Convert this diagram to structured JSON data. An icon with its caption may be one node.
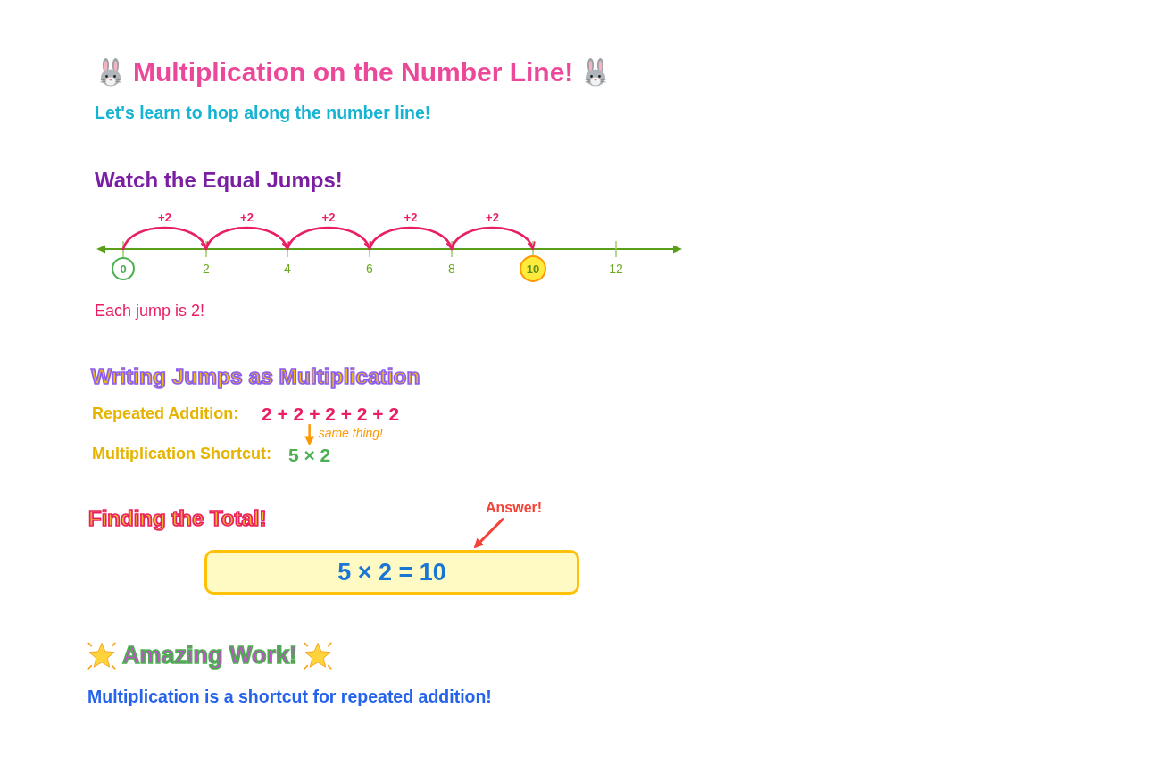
{
  "diagram": {
    "title": "Multiplication on the Number Line!",
    "nodes": [
      {
        "text": [
          "0"
        ]
      },
      {
        "text": [
          "2"
        ]
      },
      {
        "text": [
          "4"
        ]
      },
      {
        "text": [
          "6"
        ]
      },
      {
        "text": [
          "8"
        ]
      },
      {
        "text": [
          "10"
        ]
      },
      {
        "text": [
          "12"
        ]
      },
      {
        "text": [
          "2 + 2 + 2 + 2 + 2"
        ]
      },
      {
        "text": [
          "5 × 2"
        ]
      },
      {
        "text": [
          "Answer!"
        ]
      },
      {
        "text": [
          "5 × 2 = 10"
        ]
      }
    ],
    "edges": [
      {
        "from": 0,
        "to": 1,
        "arrow": "to",
        "label": "+2"
      },
      {
        "from": 1,
        "to": 2,
        "arrow": "to",
        "label": "+2"
      },
      {
        "from": 2,
        "to": 3,
        "arrow": "to",
        "label": "+2"
      },
      {
        "from": 3,
        "to": 4,
        "arrow": "to",
        "label": "+2"
      },
      {
        "from": 4,
        "to": 5,
        "arrow": "to",
        "label": "+2"
      },
      {
        "from": 7,
        "to": 8,
        "arrow": "to",
        "label": "same thing!",
        "color": "#ff9800"
      },
      {
        "from": 9,
        "to": 10,
        "arrow": "to",
        "color": "#f44336"
      }
    ],
    "labels": [
      "Let's learn to hop along the number line!",
      "Watch the Equal Jumps!",
      "Each jump is 2!",
      "Writing Jumps as Multiplication",
      "Repeated Addition:",
      "Multiplication Shortcut:",
      "Finding the Total!",
      "Amazing Work!",
      "Multiplication is a shortcut for repeated addition!"
    ]
  }
}
